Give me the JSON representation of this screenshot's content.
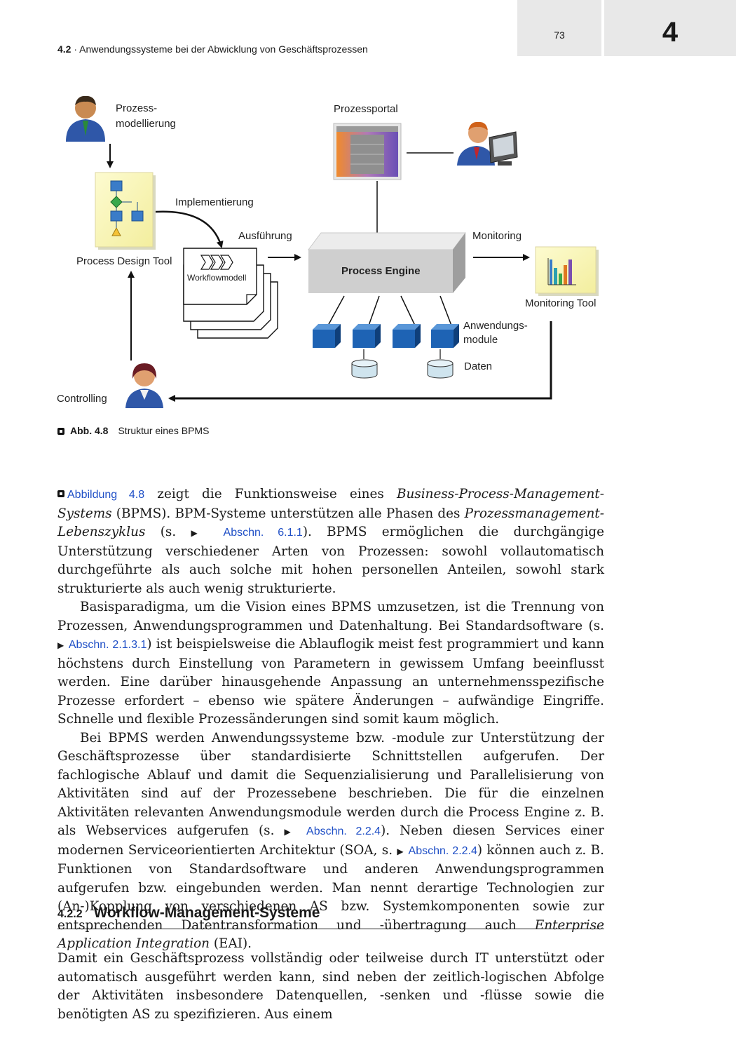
{
  "header": {
    "page_number": "73",
    "chapter_number": "4",
    "section_number": "4.2",
    "section_title": " · Anwendungssysteme bei der Abwicklung von Geschäftsprozessen"
  },
  "figure": {
    "labels": {
      "prozess_modellierung_1": "Prozess-",
      "prozess_modellierung_2": "modellierung",
      "prozessportal": "Prozessportal",
      "implementierung": "Implementierung",
      "ausfuehrung": "Ausführung",
      "monitoring": "Monitoring",
      "process_design_tool": "Process Design Tool",
      "workflowmodell": "Workflowmodell",
      "process_engine": "Process Engine",
      "monitoring_tool": "Monitoring Tool",
      "anwendungsmodule_1": "Anwendungs-",
      "anwendungsmodule_2": "module",
      "daten": "Daten",
      "controlling": "Controlling"
    }
  },
  "caption": {
    "label": "Abb. 4.8",
    "text": "Struktur eines BPMS"
  },
  "paragraph1": {
    "link_abb": "Abbildung 4.8",
    "t1": " zeigt die Funktionsweise eines ",
    "em1": "Business-Process-Management-Systems",
    "t2": " (BPMS). BPM-Systeme unterstützen alle Phasen des ",
    "em2": "Prozessmanagement-Lebenszyklus",
    "t3": " (s. ",
    "link1": "Abschn. 6.1.1",
    "t4": "). BPMS ermöglichen die durchgängige Unterstützung verschiedener Arten von Prozessen: sowohl vollautomatisch durchgeführte als auch solche mit hohen personellen Anteilen, sowohl stark strukturierte als auch wenig strukturierte."
  },
  "paragraph2": {
    "t1": "Basisparadigma, um die Vision eines BPMS umzusetzen, ist die Trennung von Prozessen, Anwendungsprogrammen und Datenhaltung. Bei Standardsoftware (s. ",
    "link1": "Abschn. 2.1.3.1",
    "t2": ") ist beispielsweise die Ablauflogik meist fest programmiert und kann höchstens durch Einstellung von Parametern in gewissem Umfang beeinflusst werden. Eine darüber hinausgehende Anpassung an unternehmensspezifische Prozesse erfordert – ebenso wie spätere Änderungen – aufwändige Eingriffe. Schnelle und flexible Prozessänderungen sind somit kaum möglich."
  },
  "paragraph3": {
    "t1": "Bei BPMS werden Anwendungssysteme bzw. -module zur Unterstützung der Geschäftsprozesse über standardisierte Schnittstellen aufgerufen. Der fachlogische Ablauf und damit die Sequenzialisierung und Parallelisierung von Aktivitäten sind auf der Prozessebene beschrieben. Die für die einzelnen Aktivitäten relevanten Anwendungsmodule werden durch die Process Engine z. B. als Webservices aufgerufen (s. ",
    "link1": "Abschn. 2.2.4",
    "t2": "). Neben diesen Services einer modernen Serviceorientierten Architektur (SOA, s. ",
    "link2": "Abschn. 2.2.4",
    "t3": ") können auch z. B. Funktionen von Standardsoftware und anderen Anwendungsprogrammen aufgerufen bzw. eingebunden werden. Man nennt derartige Technologien zur (An-)Kopplung von verschiedenen AS bzw. Systemkomponenten sowie zur entsprechenden Datentransformation und -übertragung auch ",
    "em1": "Enterprise Application Integration",
    "t4": " (EAI)."
  },
  "section": {
    "number": "4.2.2",
    "title": "Workflow-Management-Systeme"
  },
  "paragraph4": {
    "t1": "Damit ein Geschäftsprozess vollständig oder teilweise durch IT unterstützt oder automatisch ausgeführt werden kann, sind neben der zeitlich-logischen Abfolge der Aktivitäten insbesondere Datenquellen, -senken und -flüsse sowie die benötigten AS zu spezifizieren. Aus einem"
  },
  "colors": {
    "link": "#1f4fc6",
    "tab_bg": "#e8e8e8",
    "module_blue": "#1e63b4",
    "db_blue": "#cfe4ee"
  }
}
